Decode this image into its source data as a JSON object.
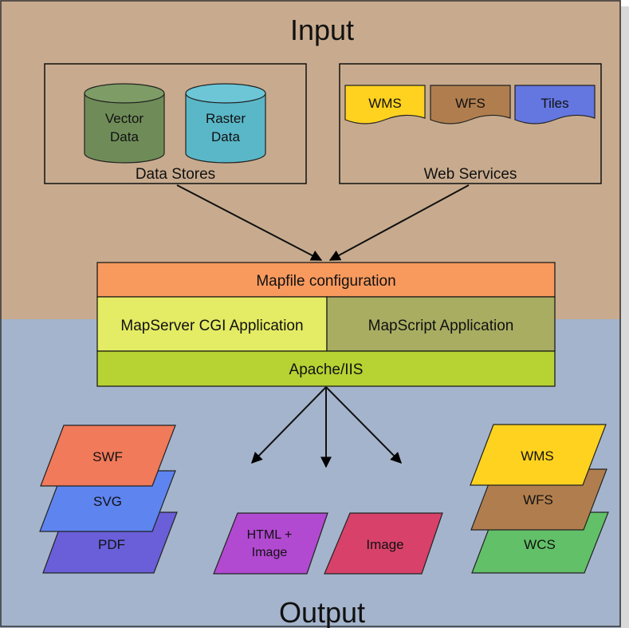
{
  "input": {
    "title": "Input",
    "data_stores": {
      "label": "Data Stores",
      "vector_line1": "Vector",
      "vector_line2": "Data",
      "raster_line1": "Raster",
      "raster_line2": "Data"
    },
    "web_services": {
      "label": "Web Services",
      "wms": "WMS",
      "wfs": "WFS",
      "tiles": "Tiles"
    }
  },
  "server": {
    "mapfile": "Mapfile configuration",
    "cgi": "MapServer CGI Application",
    "mapscript": "MapScript Application",
    "apache": "Apache/IIS"
  },
  "output": {
    "title": "Output",
    "swf": "SWF",
    "svg": "SVG",
    "pdf": "PDF",
    "html_line1": "HTML +",
    "html_line2": "Image",
    "image": "Image",
    "wms": "WMS",
    "wfs": "WFS",
    "wcs": "WCS"
  },
  "colors": {
    "input_bg": "#c8ab8e",
    "output_bg": "#a4b4cc",
    "vector_data": "#6f8c58",
    "raster_data": "#5ab7c8",
    "wms_input": "#ffd21f",
    "wfs_input": "#b07e4e",
    "tiles_input": "#6476e0",
    "mapfile": "#f89a5e",
    "cgi": "#e4eb64",
    "mapscript": "#a8ad62",
    "apache": "#b7d233",
    "swf": "#f07a5a",
    "svg": "#5e84f0",
    "pdf": "#6a5fd9",
    "html_image": "#b14ad0",
    "image": "#d8426a",
    "wms_output": "#ffd21f",
    "wfs_output": "#b07e4e",
    "wcs_output": "#62c068"
  }
}
